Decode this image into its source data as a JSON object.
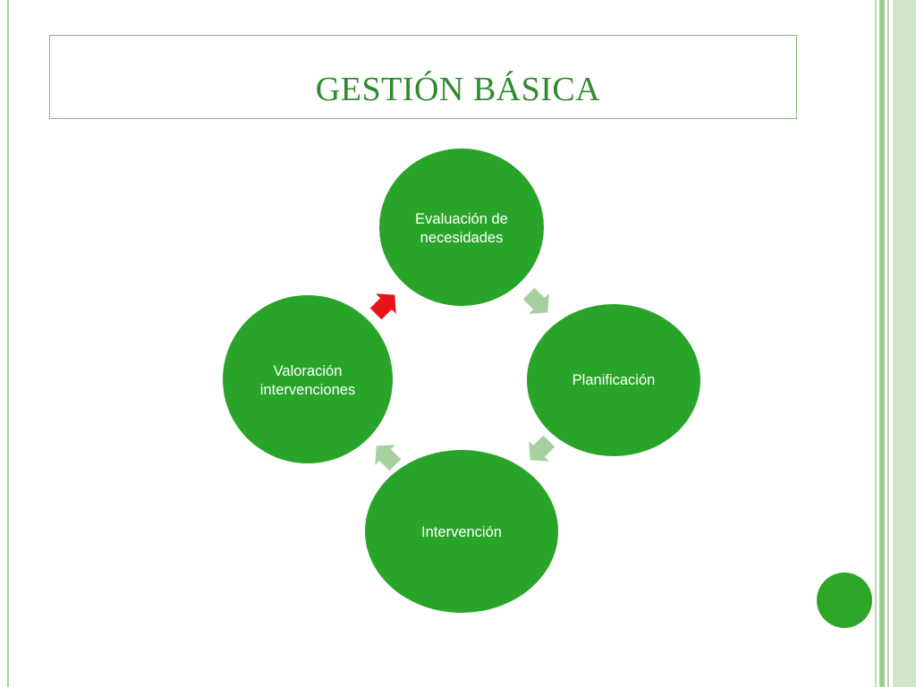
{
  "slide": {
    "title": "GESTIÓN BÁSICA"
  },
  "diagram": {
    "nodes": [
      {
        "id": "evaluacion",
        "lines": [
          "Evaluación de",
          "necesidades"
        ]
      },
      {
        "id": "planificacion",
        "lines": [
          "Planificación"
        ]
      },
      {
        "id": "intervencion",
        "lines": [
          "Intervención"
        ]
      },
      {
        "id": "valoracion",
        "lines": [
          "Valoración",
          "intervenciones"
        ]
      }
    ],
    "colors": {
      "node": "#28a428",
      "arrow": "#a8cfa0",
      "highlight_arrow": "#e8141a"
    }
  }
}
